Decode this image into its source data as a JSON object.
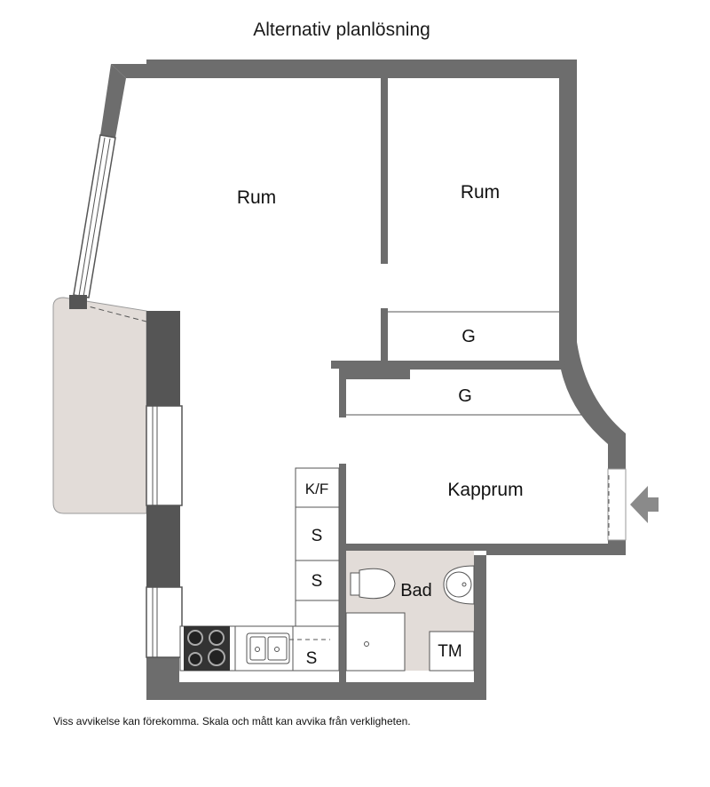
{
  "title": "Alternativ planlösning",
  "disclaimer": "Viss avvikelse kan förekomma. Skala och mått kan avvika från verkligheten.",
  "rooms": {
    "room_1": "Rum",
    "room_2": "Rum",
    "wardrobe_1": "G",
    "wardrobe_2": "G",
    "hall": "Kapprum",
    "bathroom": "Bad",
    "fridge_freezer": "K/F",
    "cabinet_1": "S",
    "cabinet_2": "S",
    "cabinet_3": "S",
    "washer_dryer": "TM"
  },
  "colors": {
    "wall": "#6d6d6d",
    "wall_dark": "#555555",
    "balcony": "#e2dcd8",
    "bathroom_floor": "#e2dcd8",
    "entrance_arrow": "#8a8a8a"
  }
}
